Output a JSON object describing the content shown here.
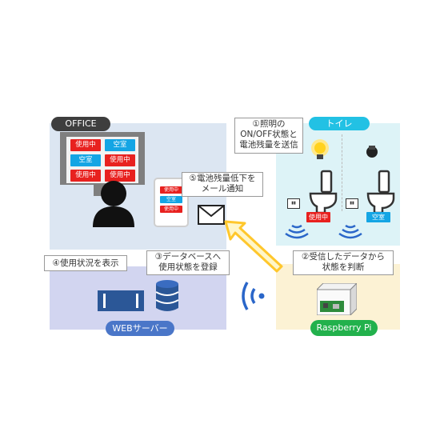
{
  "office": {
    "label": "OFFICE",
    "monitor_tiles": [
      {
        "text": "使用中",
        "state": "busy"
      },
      {
        "text": "空室",
        "state": "free"
      },
      {
        "text": "空室",
        "state": "free"
      },
      {
        "text": "使用中",
        "state": "busy"
      },
      {
        "text": "使用中",
        "state": "busy"
      },
      {
        "text": "使用中",
        "state": "busy"
      }
    ],
    "tablet_tiles": [
      {
        "text": "使用中",
        "state": "busy"
      },
      {
        "text": "空室",
        "state": "free"
      },
      {
        "text": "使用中",
        "state": "busy"
      }
    ]
  },
  "toilet": {
    "label": "トイレ",
    "left_status": "使用中",
    "right_status": "空室"
  },
  "server": {
    "label": "WEBサーバー"
  },
  "pi": {
    "label": "Raspberry Pi"
  },
  "callouts": {
    "step1": "①照明の\nON/OFF状態と\n電池残量を送信",
    "step2": "②受信したデータから\n状態を判断",
    "step3": "③データベースへ\n使用状態を登録",
    "step4": "④使用状況を表示",
    "step5": "⑤電池残量低下を\nメール通知"
  },
  "colors": {
    "busy": "#e8211f",
    "free": "#14a5e4",
    "office_bg": "#dce6f2",
    "toilet_bg": "#ddf3f7",
    "server_bg": "#d2d5f0",
    "pi_bg": "#fcf2d4",
    "arrow": "#ffd34e",
    "server_pill": "#4a76c8",
    "pi_pill": "#22b14c",
    "office_pill": "#3e3e3e",
    "toilet_pill": "#22c1e4"
  }
}
